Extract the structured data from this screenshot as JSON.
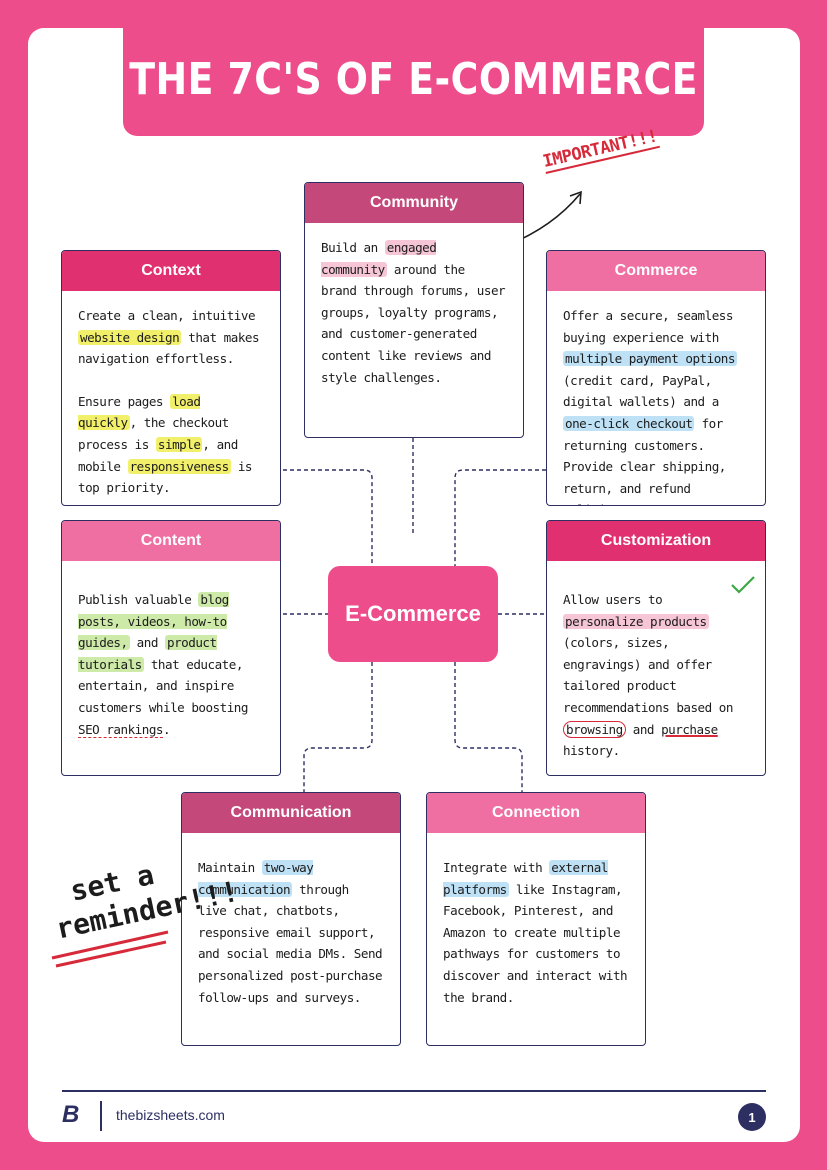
{
  "title": "THE 7C'S OF E-COMMERCE",
  "center": "E-Commerce",
  "annotations": {
    "important": "IMPORTANT!!!",
    "reminder_line1": "set a",
    "reminder_line2": "reminder!!!"
  },
  "colors": {
    "pink": "#ee4d8c",
    "dark_pink": "#e0306f",
    "rose": "#c4487a",
    "light_pink": "#f06fa3",
    "navy": "#2d2f63",
    "red": "#d62a3a"
  },
  "cards": {
    "community": {
      "title": "Community",
      "p1": [
        "Build an ",
        "engaged community",
        " around the brand through forums, user groups, loyalty programs, and customer-generated content like reviews and style challenges."
      ]
    },
    "context": {
      "title": "Context",
      "p1": [
        "Create a clean, intuitive ",
        "website design",
        " that makes navigation effortless."
      ],
      "p2": [
        "Ensure pages ",
        "load quickly",
        ", the checkout process is ",
        "simple",
        ", and mobile ",
        "responsiveness",
        " is top priority."
      ]
    },
    "commerce": {
      "title": "Commerce",
      "p1": [
        "Offer a secure, seamless buying experience with ",
        "multiple payment options",
        " (credit card, PayPal, digital wallets) and a ",
        "one-click checkout",
        " for returning customers. Provide clear shipping, return, and refund policies."
      ]
    },
    "content": {
      "title": "Content",
      "p1": [
        "Publish valuable ",
        "blog posts, videos, how-to guides,",
        " and ",
        "product tutorials",
        " that educate, entertain, and inspire customers while boosting ",
        "SEO rankings",
        "."
      ]
    },
    "customization": {
      "title": "Customization",
      "p1": [
        "Allow users to ",
        "personalize products",
        " (colors, sizes, engravings) and offer tailored product recommendations based on ",
        "browsing",
        " and ",
        "purchase",
        " history."
      ]
    },
    "communication": {
      "title": "Communication",
      "p1": [
        "Maintain ",
        "two-way communication",
        " through live chat, chatbots, responsive email support, and social media DMs. Send personalized post-purchase follow-ups and surveys."
      ]
    },
    "connection": {
      "title": "Connection",
      "p1": [
        "Integrate with ",
        "external platforms",
        " like Instagram, Facebook, Pinterest, and Amazon to create multiple pathways for customers to discover and interact with the brand."
      ]
    }
  },
  "footer": {
    "logo": "B",
    "site": "thebizsheets.com",
    "page": "1"
  }
}
